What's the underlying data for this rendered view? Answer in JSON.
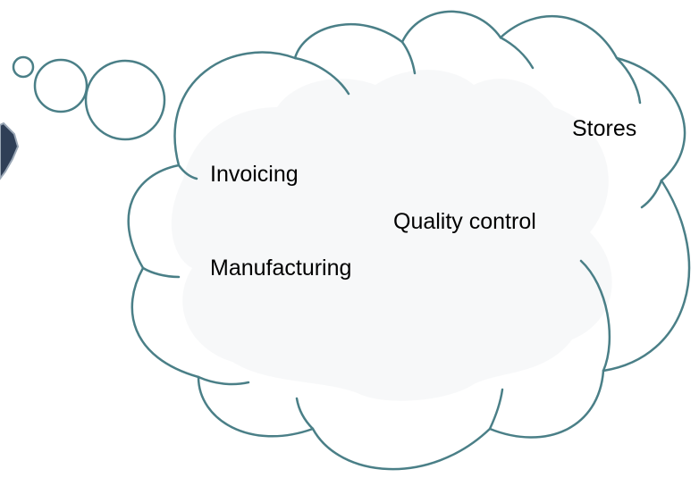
{
  "colors": {
    "cloud_outline": "#4a7f87",
    "cloud_fill": "#ffffff",
    "cloud_shade": "#f1f3f4",
    "figure_fill": "#2f3f57",
    "text": "#000000"
  },
  "cloud": {
    "items": [
      {
        "label": "Stores"
      },
      {
        "label": "Invoicing"
      },
      {
        "label": "Quality control"
      },
      {
        "label": "Manufacturing"
      }
    ]
  },
  "icons": {
    "thought_bubbles": "thought-bubble-circles",
    "figure": "person-head-partial"
  }
}
